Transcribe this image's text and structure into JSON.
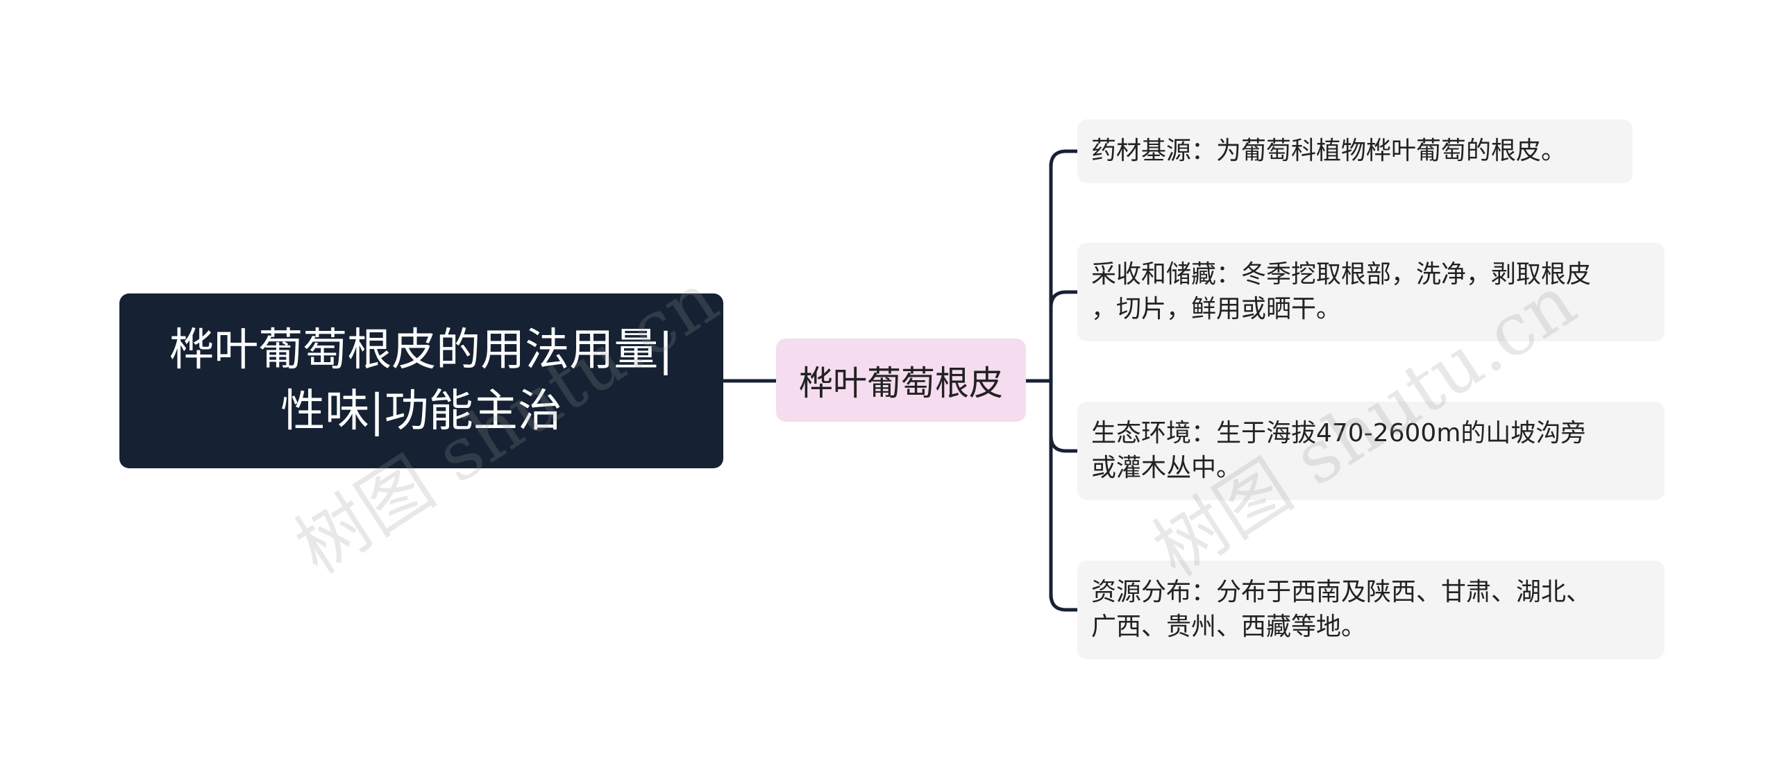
{
  "root": {
    "label": "桦叶葡萄根皮的用法用量|\n性味|功能主治"
  },
  "center": {
    "label": "桦叶葡萄根皮"
  },
  "branches": [
    {
      "label": "药材基源：为葡萄科植物桦叶葡萄的根皮。"
    },
    {
      "label": "采收和储藏：冬季挖取根部，洗净，剥取根皮\n，切片，鲜用或晒干。"
    },
    {
      "label": "生态环境：生于海拔470-2600m的山坡沟旁\n或灌木丛中。"
    },
    {
      "label": "资源分布：分布于西南及陕西、甘肃、湖北、\n广西、贵州、西藏等地。"
    }
  ],
  "watermarks": [
    {
      "text": "树图 shutu.cn"
    },
    {
      "text": "树图 shutu.cn"
    }
  ],
  "colors": {
    "root_bg": "#162233",
    "center_bg": "#f5dcef",
    "leaf_bg": "#f4f4f4",
    "line": "#162233"
  }
}
